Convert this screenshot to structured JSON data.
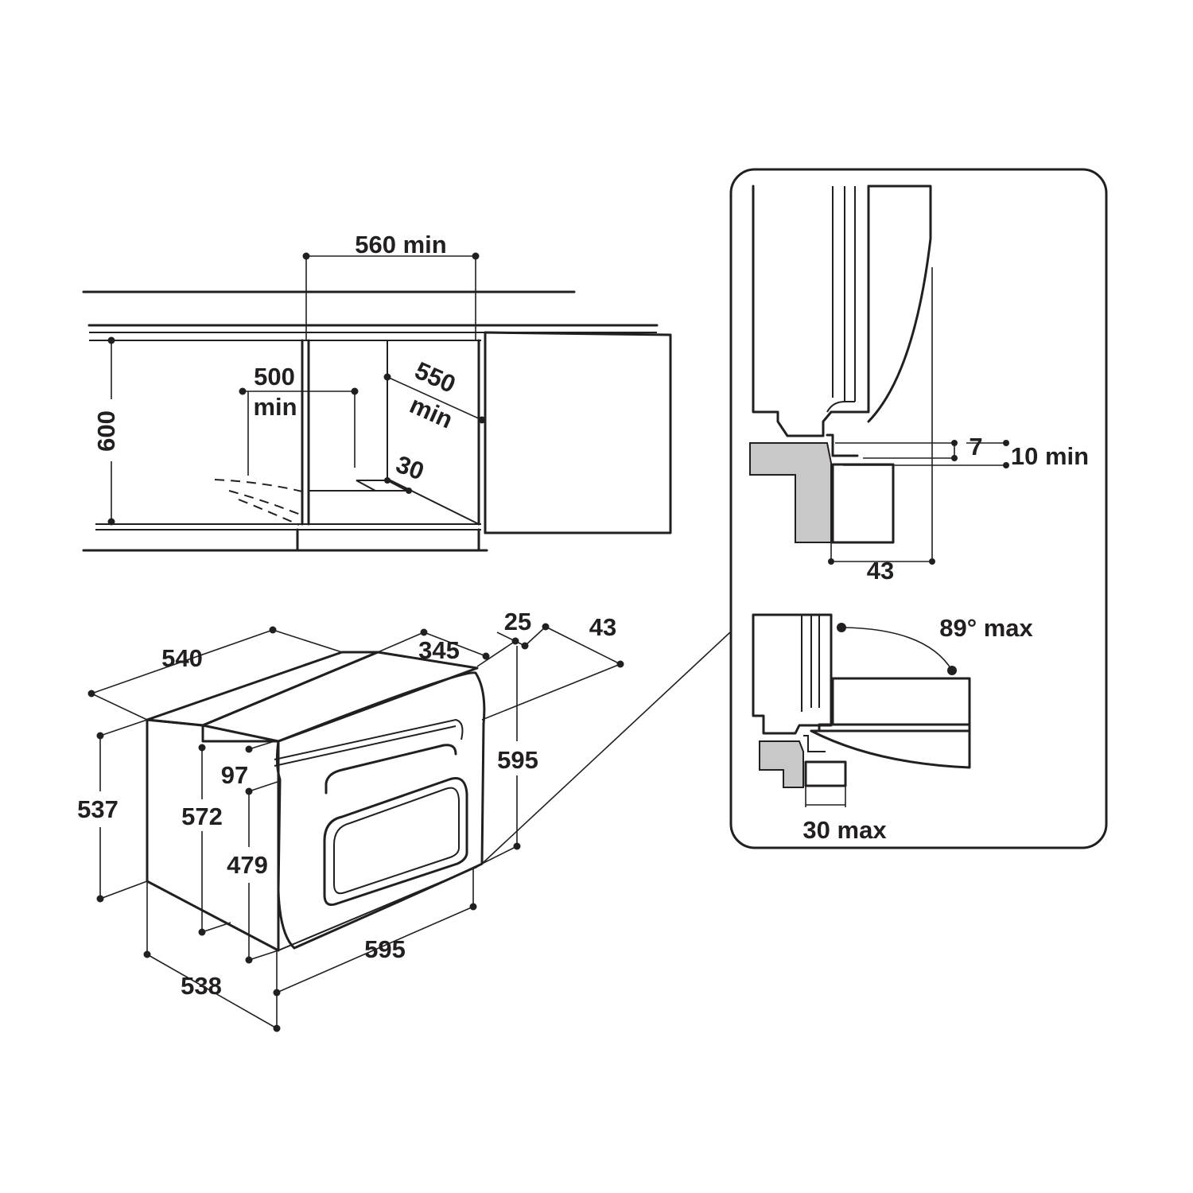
{
  "cabinet": {
    "width_min": "560 min",
    "height": "600",
    "depth_min_a": "550",
    "depth_min_b": "min",
    "rear_min_a": "500",
    "rear_min_b": "min",
    "floor_gap": "30"
  },
  "oven": {
    "width_top": "540",
    "height_body": "537",
    "height_front": "572",
    "door_top": "97",
    "door_height": "479",
    "depth_body": "538",
    "front_width": "595",
    "front_height": "595",
    "rail": "345",
    "offset_a": "25",
    "offset_b": "43"
  },
  "detail": {
    "gap_top": "7",
    "gap_min": "10 min",
    "panel_width": "43",
    "door_angle": "89° max",
    "handle_max": "30 max"
  }
}
